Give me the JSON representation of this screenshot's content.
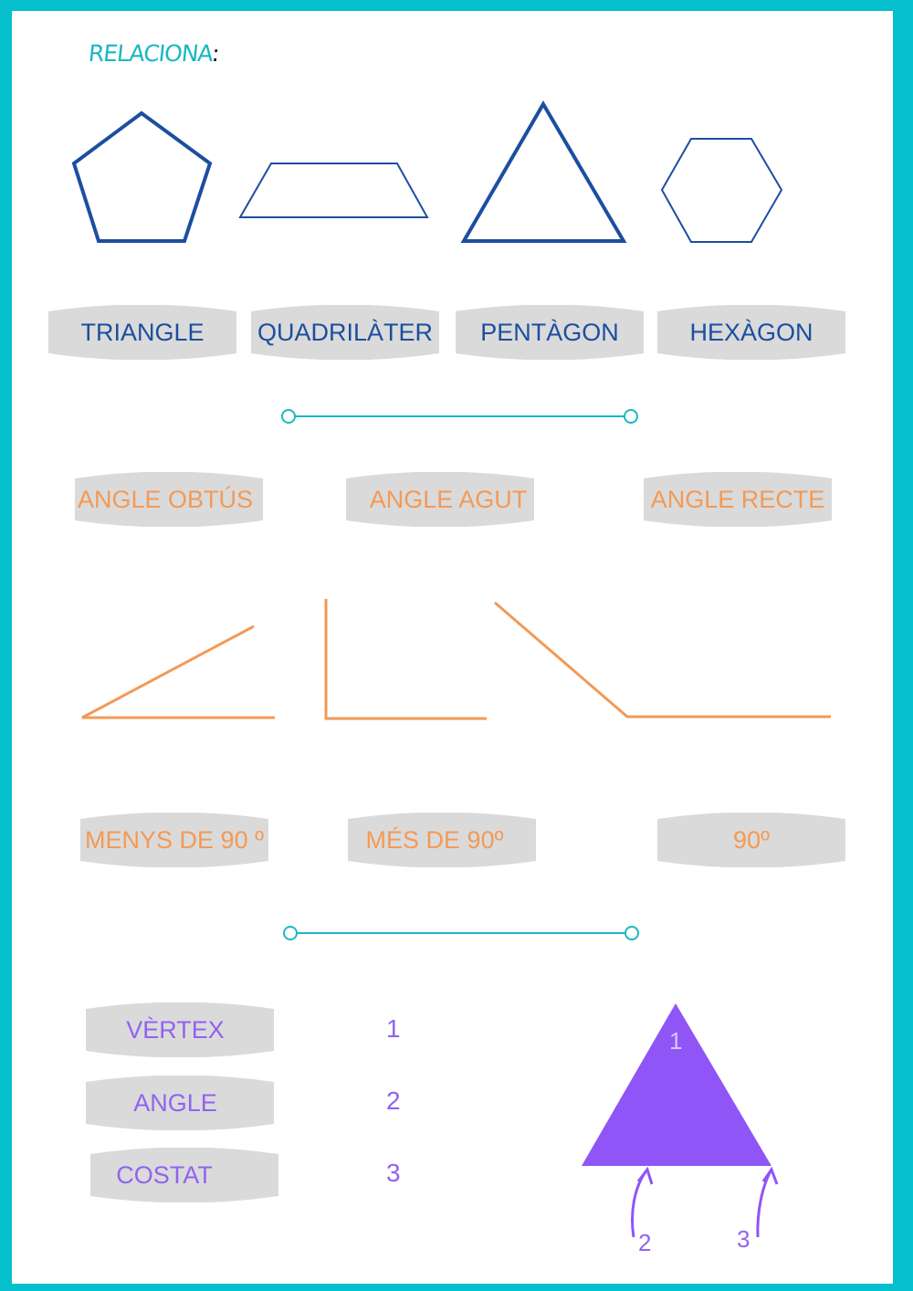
{
  "heading": {
    "word": "RELACIONA",
    "colon": ":"
  },
  "colors": {
    "border": "#05bfcc",
    "blue": "#1c4ea0",
    "orange": "#f39a56",
    "purple": "#9262f0",
    "pill": "#dadada"
  },
  "shape_names": [
    "TRIANGLE",
    "QUADRILÀTER",
    "PENTÀGON",
    "HEXÀGON"
  ],
  "angle_names": [
    "ANGLE OBTÚS",
    "ANGLE AGUT",
    "ANGLE RECTE"
  ],
  "angle_measures": [
    "MENYS DE 90 º",
    "MÉS DE 90º",
    "90º"
  ],
  "parts": [
    "VÈRTEX",
    "ANGLE",
    "COSTAT"
  ],
  "numbers": [
    "1",
    "2",
    "3"
  ],
  "triangle_labels": [
    "1",
    "2",
    "3"
  ]
}
